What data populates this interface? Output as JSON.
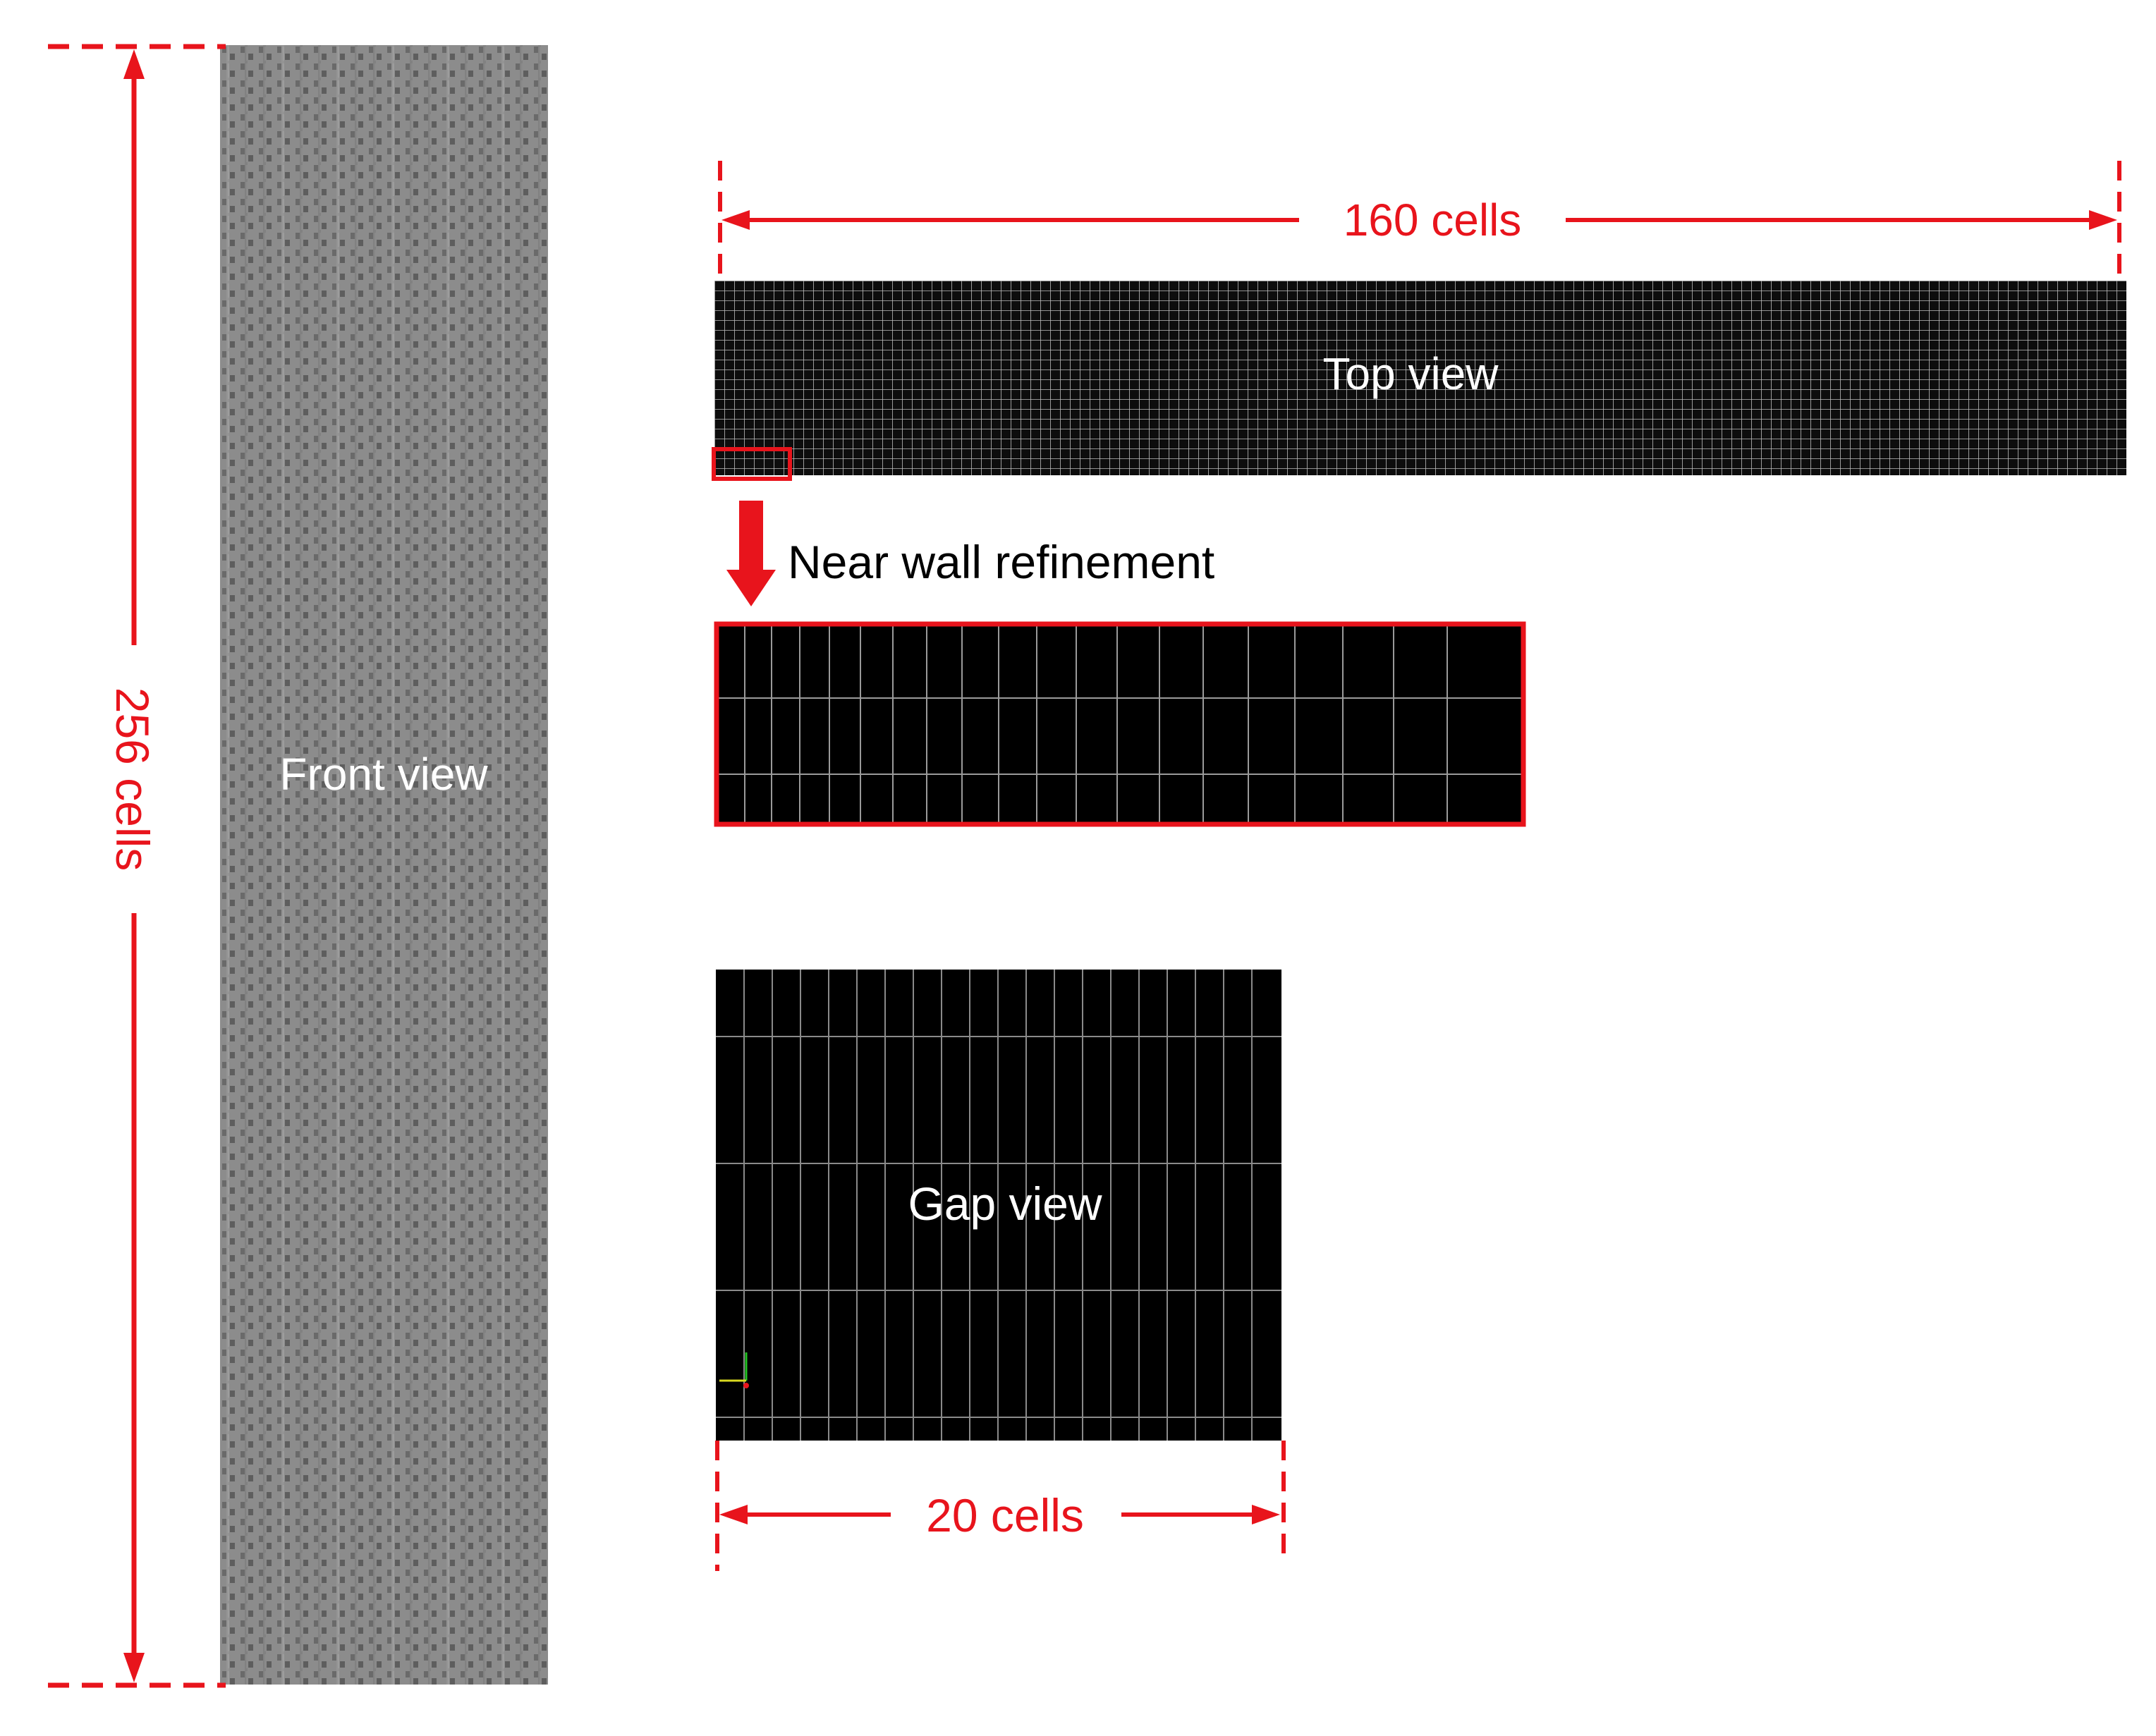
{
  "colors": {
    "annotation": "#e8141c",
    "mesh_background": "#000000",
    "grid_line": "#c8c8c8",
    "front_view_fill": "#8a8a8a"
  },
  "front_view": {
    "label": "Front view",
    "dimension_label": "256 cells"
  },
  "top_view": {
    "label": "Top view",
    "dimension_label": "160 cells"
  },
  "refinement": {
    "label": "Near wall refinement"
  },
  "gap_view": {
    "label": "Gap view",
    "dimension_label": "20 cells"
  }
}
